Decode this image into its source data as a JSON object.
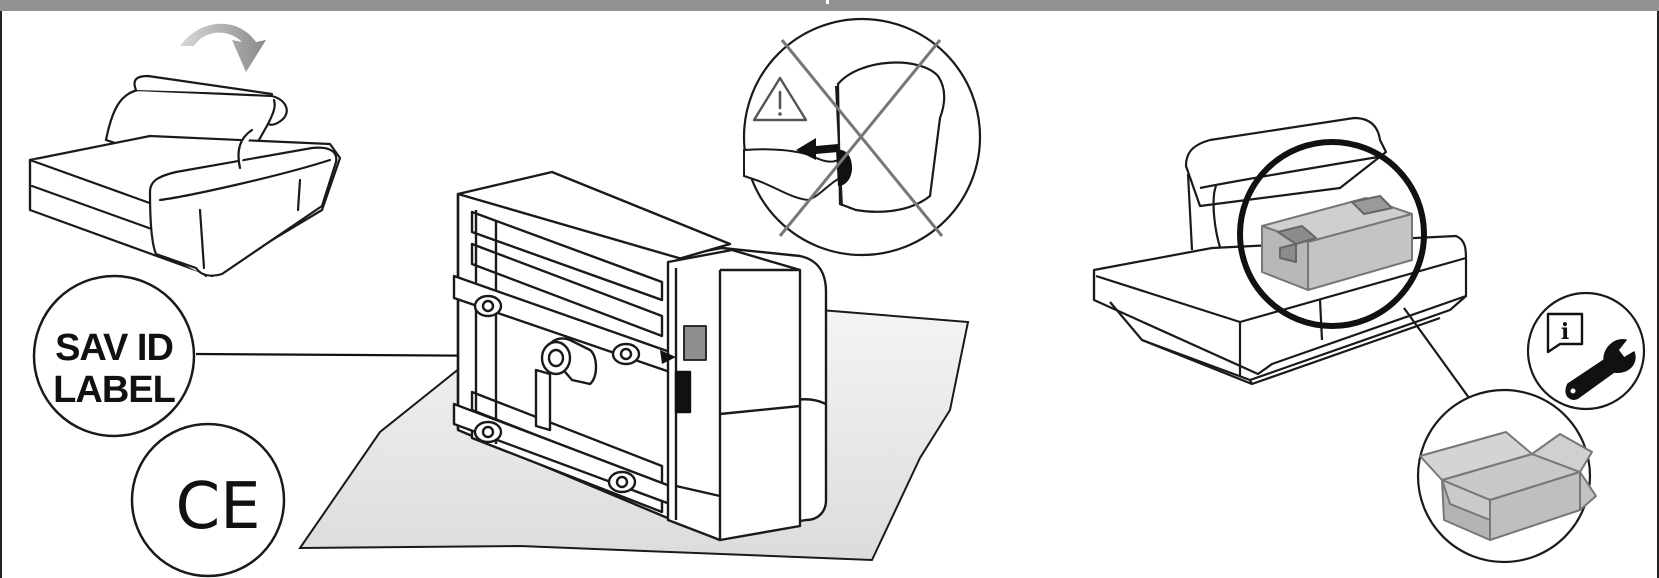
{
  "labels": {
    "sav_line1": "SAV ID",
    "sav_line2": "LABEL",
    "ce_mark": "CE",
    "info_glyph": "i"
  },
  "icons": {
    "rotate": "curved-rotate-arrow-icon",
    "warning": "warning-triangle-icon",
    "info": "info-document-icon",
    "wrench": "wrench-icon",
    "box": "open-cardboard-box-icon"
  },
  "colors": {
    "topbar": "#929292",
    "line": "#222222",
    "fill_gray": "#bdbdbd",
    "sheet": "#eeeeee"
  }
}
